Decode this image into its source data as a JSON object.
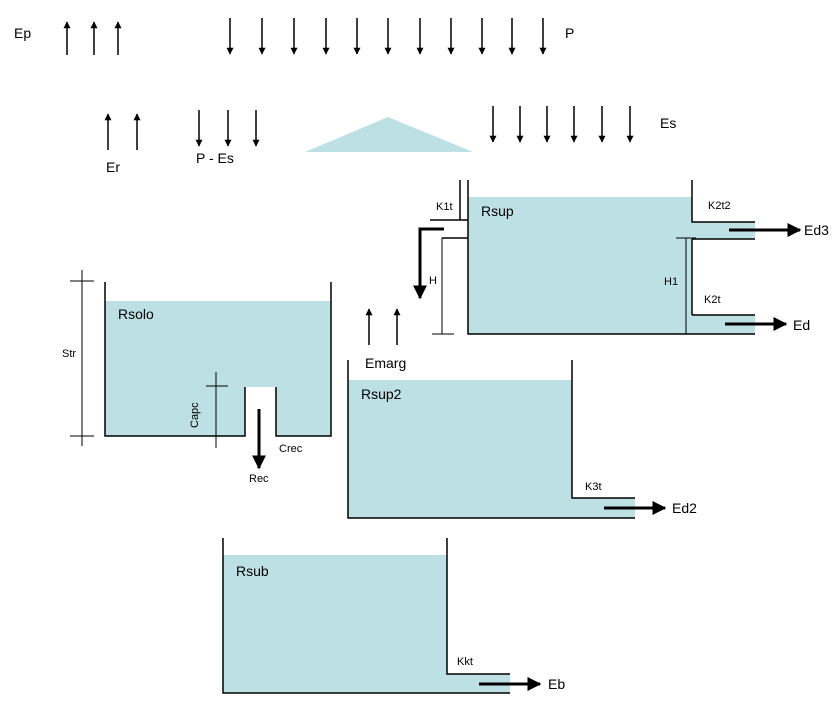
{
  "colors": {
    "water": "#bde0e4",
    "line": "#000000"
  },
  "labels": {
    "ep": "Ep",
    "p": "P",
    "er": "Er",
    "p_es": "P - Es",
    "es": "Es",
    "k1t": "K1t",
    "rsup": "Rsup",
    "k2t2": "K2t2",
    "ed3": "Ed3",
    "h": "H",
    "h1": "H1",
    "k2t": "K2t",
    "ed": "Ed",
    "rsolo": "Rsolo",
    "str": "Str",
    "capc": "Capc",
    "crec": "Crec",
    "rec": "Rec",
    "emarg": "Emarg",
    "rsup2": "Rsup2",
    "k3t": "K3t",
    "ed2": "Ed2",
    "rsub": "Rsub",
    "kkt": "Kkt",
    "eb": "Eb"
  }
}
